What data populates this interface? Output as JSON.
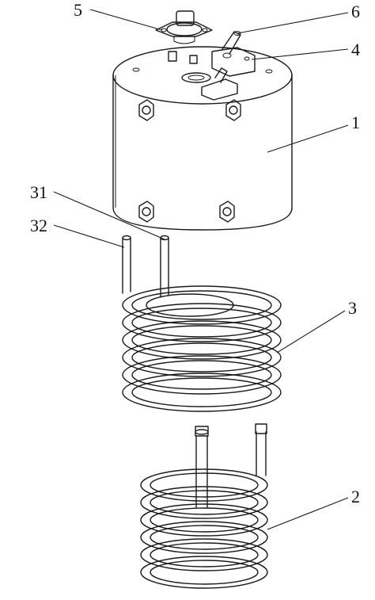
{
  "callouts": [
    {
      "id": "label-5",
      "text": "5"
    },
    {
      "id": "label-6",
      "text": "6"
    },
    {
      "id": "label-4",
      "text": "4"
    },
    {
      "id": "label-1",
      "text": "1"
    },
    {
      "id": "label-31",
      "text": "31"
    },
    {
      "id": "label-32",
      "text": "32"
    },
    {
      "id": "label-3",
      "text": "3"
    },
    {
      "id": "label-2",
      "text": "2"
    }
  ],
  "parts": {
    "cylinder_body": "1",
    "lower_coil": "2",
    "upper_coil": "3",
    "top_plate_bracket": "4",
    "thermostat": "5",
    "connector_pin": "6",
    "coil_inlet_tube": "31",
    "coil_outlet_tube": "32"
  },
  "colors": {
    "line": "#1a1a1a",
    "background": "#ffffff"
  }
}
